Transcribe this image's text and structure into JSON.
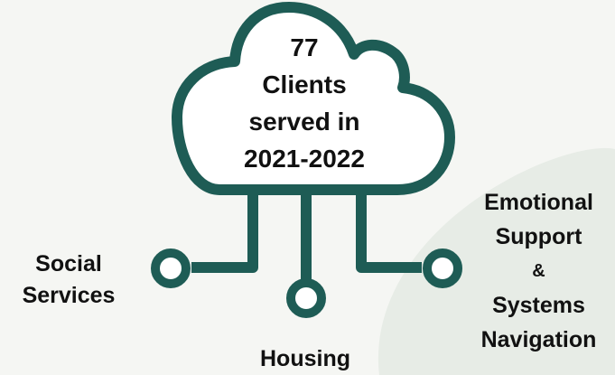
{
  "cloud": {
    "line1": "77",
    "line2": "Clients",
    "line3": "served in",
    "line4": "2021-2022"
  },
  "branches": {
    "social": {
      "line1": "Social",
      "line2": "Services"
    },
    "housing": {
      "label": "Housing"
    },
    "emotional": {
      "line1": "Emotional",
      "line2": "Support",
      "line3": "&",
      "line4": "Systems",
      "line5": "Navigation"
    }
  },
  "colors": {
    "stroke": "#1e5c55",
    "background": "#f5f6f3",
    "accent_shape": "#e7ece6",
    "text": "#111111"
  },
  "icons": [
    "cloud-icon",
    "connector-node-icon"
  ]
}
